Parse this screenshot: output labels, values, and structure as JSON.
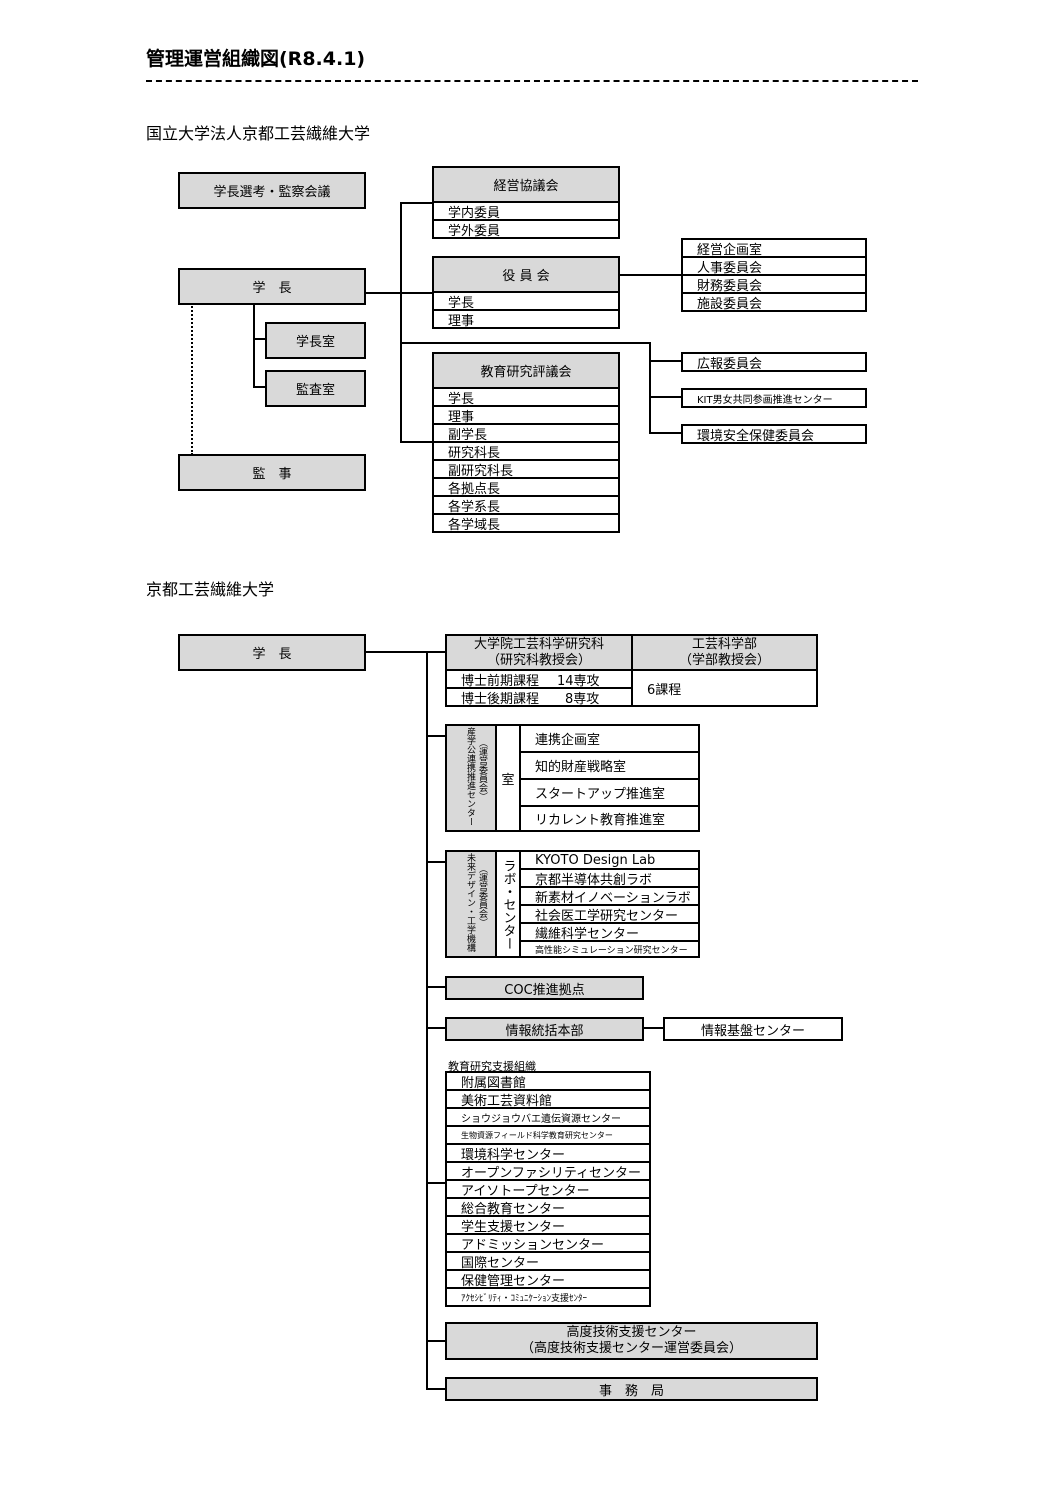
{
  "title": "管理運営組織図(R8.4.1)",
  "corp": {
    "heading": "国立大学法人京都工芸繊維大学",
    "selection_council": "学長選考・監察会議",
    "president": "学　長",
    "president_office": "学長室",
    "audit_office": "監査室",
    "auditor": "監　事",
    "mgmt_council": {
      "name": "経営協議会",
      "members": [
        "学内委員",
        "学外委員"
      ]
    },
    "board": {
      "name": "役 員 会",
      "members": [
        "学長",
        "理事"
      ]
    },
    "board_committees": [
      "経営企画室",
      "人事委員会",
      "財務委員会",
      "施設委員会"
    ],
    "edu_council": {
      "name": "教育研究評議会",
      "members": [
        "学長",
        "理事",
        "副学長",
        "研究科長",
        "副研究科長",
        "各拠点長",
        "各学系長",
        "各学域長"
      ]
    },
    "other_committees": [
      "広報委員会",
      "KIT男女共同参画推進センター",
      "環境安全保健委員会"
    ]
  },
  "univ": {
    "heading": "京都工芸繊維大学",
    "president": "学　長",
    "grad_school": {
      "name": "大学院工芸科学研究科",
      "sub": "（研究科教授会）",
      "courses": [
        {
          "label": "博士前期課程",
          "count": "14専攻"
        },
        {
          "label": "博士後期課程",
          "count": "8専攻"
        }
      ]
    },
    "faculty": {
      "name": "工芸科学部",
      "sub": "（学部教授会）",
      "courses": "6課程"
    },
    "industry_center": {
      "name": "産学公連携推進センター",
      "committee": "（運営委員会）",
      "group": "室",
      "rooms": [
        "連携企画室",
        "知的財産戦略室",
        "スタートアップ推進室",
        "リカレント教育推進室"
      ]
    },
    "future_org": {
      "name": "未来デザイン・工学機構",
      "committee": "（運営委員会）",
      "group": "ラボ・センター",
      "labs": [
        "KYOTO Design Lab",
        "京都半導体共創ラボ",
        "新素材イノベーションラボ",
        "社会医工学研究センター",
        "繊維科学センター",
        "高性能シミュレーション研究センター"
      ]
    },
    "coc": "COC推進拠点",
    "info_hq": "情報統括本部",
    "info_center": "情報基盤センター",
    "support_heading": "教育研究支援組織",
    "support_units": [
      "附属図書館",
      "美術工芸資料館",
      "ショウジョウバエ遺伝資源センター",
      "生物資源フィールド科学教育研究センター",
      "環境科学センター",
      "オープンファシリティセンター",
      "アイソトープセンター",
      "総合教育センター",
      "学生支援センター",
      "アドミッションセンター",
      "国際センター",
      "保健管理センター",
      "ｱｸｾｼﾋﾞﾘﾃｨ・ｺﾐｭﾆｹｰｼｮﾝ支援ｾﾝﾀｰ"
    ],
    "tech_center": {
      "name": "高度技術支援センター",
      "sub": "（高度技術支援センター運営委員会）"
    },
    "secretariat": "事　務　局"
  }
}
